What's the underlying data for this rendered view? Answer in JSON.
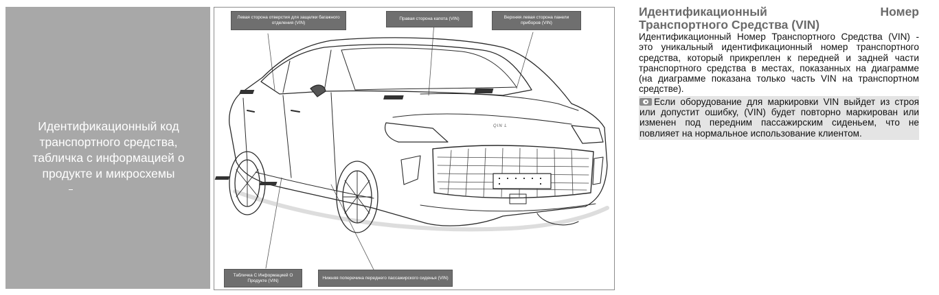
{
  "left_panel": {
    "caption": "Идентификационный код транспортного средства, табличка с информацией о продукте и микросхемы"
  },
  "diagram": {
    "callouts": {
      "trunk_latch": "Левая сторона отверстия для защелки багажного отделения (VIN)",
      "hood_right": "Правая сторона капота (VIN)",
      "dash_top_left": "Верхняя левая сторона панели приборов (VIN)",
      "product_plate": "Табличка С Информацией О Продукте (VIN)",
      "seat_crossmember": "Нижняя поперечина переднего пассажирского сиденья (VIN)"
    },
    "badge_text": "QIN L"
  },
  "text": {
    "heading_line1_left": "Идентификационный",
    "heading_line1_right": "Номер",
    "heading_line2": "Транспортного Средства (VIN)",
    "body": "Идентификационный Номер Транспортного Средства (VIN) - это уникальный идентификационный номер транспортного средства, который прикреплен к передней и задней части транспортного средства в местах, показанных на диаграмме (на диаграмме показана только часть VIN на транспортном средстве).",
    "note": "Если оборудование для маркировки VIN выйдет из строя или допустит ошибку, (VIN) будет повторно маркирован или изменен под передним пассажирским сиденьем, что не повлияет на нормальное использование клиентом."
  },
  "icons": {
    "note_icon": "eye-icon"
  },
  "colors": {
    "panel_gray": "#a8a8a8",
    "callout_gray": "#6f6f6f",
    "note_bg": "#e4e4e4",
    "heading_gray": "#6a6a6a"
  }
}
